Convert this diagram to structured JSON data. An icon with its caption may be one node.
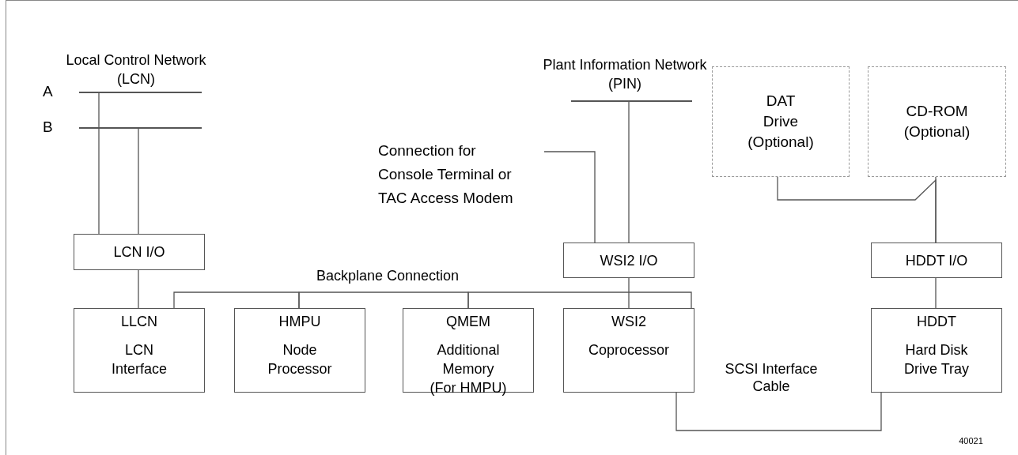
{
  "diagram": {
    "nodes": [
      {
        "text": [],
        "shape": "bar",
        "beside": [
          "A"
        ]
      },
      {
        "text": [],
        "shape": "bar",
        "beside": [
          "B"
        ]
      },
      {
        "text": [],
        "shape": "bar"
      },
      {
        "text": [
          "DAT Drive (Optional)"
        ]
      },
      {
        "text": [
          "CD-ROM (Optional)"
        ]
      },
      {
        "text": [
          "Connection for Console Terminal or TAC Access Modem"
        ]
      },
      {
        "text": [
          "LCN I/O"
        ]
      },
      {
        "text": [
          "WSI2 I/O"
        ]
      },
      {
        "text": [
          "HDDT I/O"
        ]
      },
      {
        "text": [
          "LLCN",
          "LCN Interface"
        ]
      },
      {
        "text": [
          "HMPU",
          "Node Processor"
        ]
      },
      {
        "text": [
          "QMEM",
          "Additional Memory (For HMPU)"
        ]
      },
      {
        "text": [
          "WSI2",
          "Coprocessor"
        ]
      },
      {
        "text": [
          "HDDT",
          "Hard Disk Drive Tray"
        ]
      }
    ],
    "edges": [
      {
        "from": 0,
        "to": 6,
        "arrow": "none"
      },
      {
        "from": 1,
        "to": 6,
        "arrow": "none"
      },
      {
        "from": 6,
        "to": 9,
        "arrow": "none"
      },
      {
        "from": 9,
        "to": 10,
        "arrow": "none"
      },
      {
        "from": 10,
        "to": 11,
        "arrow": "none",
        "label": "Backplane Connection"
      },
      {
        "from": 11,
        "to": 12,
        "arrow": "none"
      },
      {
        "from": 2,
        "to": 7,
        "arrow": "none"
      },
      {
        "from": 5,
        "to": 7,
        "arrow": "none"
      },
      {
        "from": 7,
        "to": 12,
        "arrow": "none"
      },
      {
        "from": 3,
        "to": 8,
        "arrow": "none"
      },
      {
        "from": 4,
        "to": 8,
        "arrow": "none"
      },
      {
        "from": 8,
        "to": 13,
        "arrow": "none"
      },
      {
        "from": 12,
        "to": 13,
        "arrow": "none",
        "label": "SCSI Interface Cable"
      }
    ],
    "labels": [
      "Local Control Network (LCN)",
      "Plant Information Network (PIN)",
      "40021"
    ]
  }
}
